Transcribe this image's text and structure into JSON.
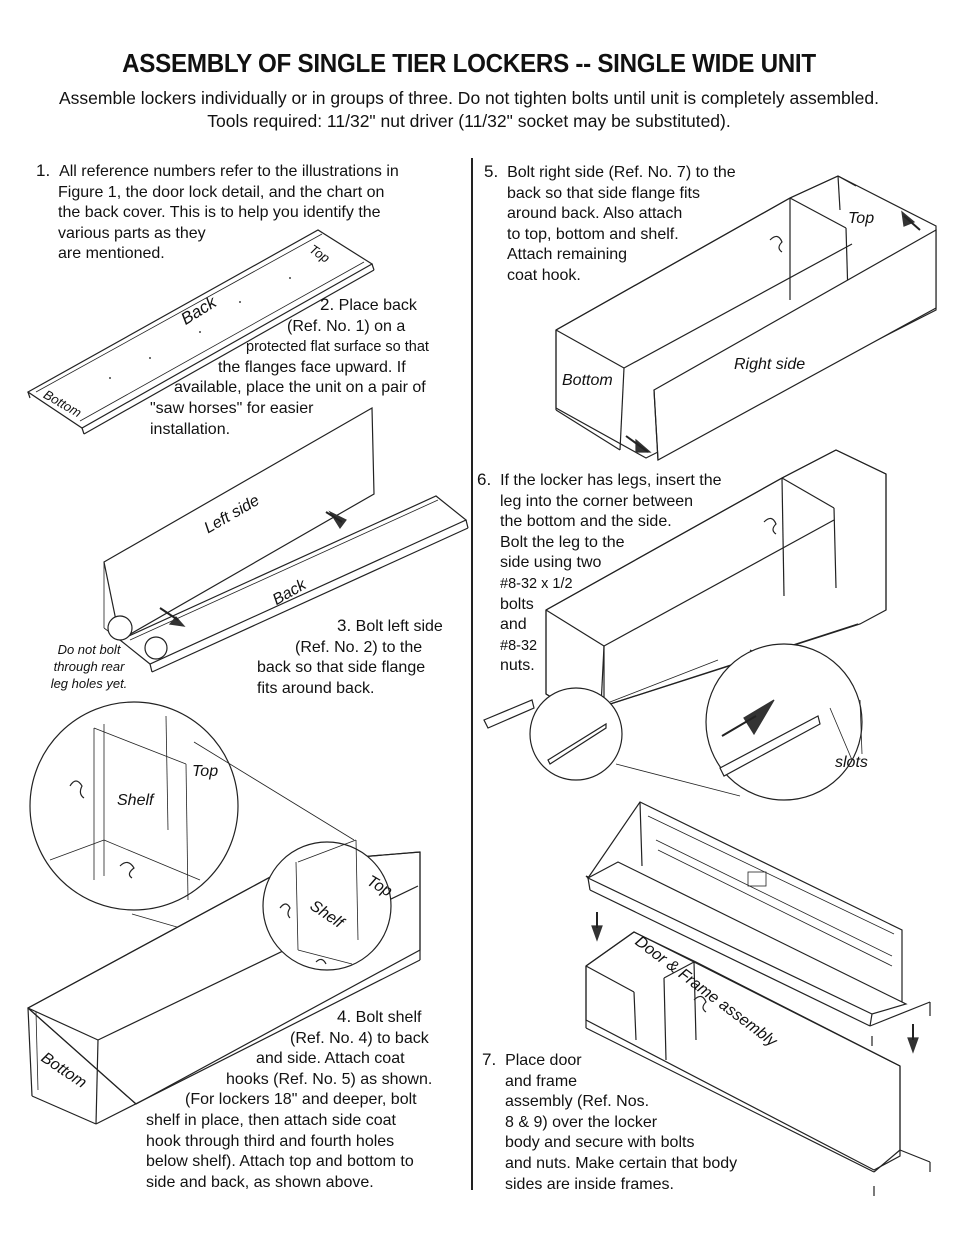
{
  "header": {
    "title": "ASSEMBLY OF SINGLE TIER LOCKERS -- SINGLE WIDE UNIT",
    "intro": "Assemble lockers individually or in groups of three. Do not tighten bolts until unit is completely assembled. Tools required: 11/32\" nut driver (11/32\" socket may be substituted)."
  },
  "steps": {
    "s1": {
      "num": "1.",
      "lines": [
        "All reference numbers refer to the illustrations in",
        "Figure 1, the door lock detail, and the chart on",
        "the back cover. This is to help you identify the",
        "various parts as they",
        "are mentioned."
      ]
    },
    "s2": {
      "num": "2.",
      "lines": [
        "Place back",
        "(Ref. No. 1) on a",
        "protected flat surface so that",
        "the flanges face upward. If",
        "available, place the unit on a pair of",
        "\"saw horses\" for easier",
        "installation."
      ]
    },
    "s3": {
      "num": "3.",
      "lines": [
        "Bolt left side",
        "(Ref. No. 2) to the",
        "back so that side flange",
        "fits around back."
      ]
    },
    "s4": {
      "num": "4.",
      "lines": [
        "Bolt shelf",
        "(Ref. No. 4) to back",
        "and side. Attach coat",
        "hooks (Ref. No. 5) as shown.",
        "(For lockers 18\" and deeper, bolt",
        "shelf in place, then attach side coat",
        "hook through third and fourth holes",
        "below shelf). Attach top and bottom to",
        "side and back, as shown above."
      ]
    },
    "s5": {
      "num": "5.",
      "lines": [
        "Bolt right side (Ref. No. 7) to the",
        "back so that side flange fits",
        "around back. Also attach",
        "to top, bottom and shelf.",
        "Attach remaining",
        "coat hook."
      ]
    },
    "s6": {
      "num": "6.",
      "lines": [
        "If the locker has legs, insert the",
        "leg into the corner between",
        "the bottom and the side.",
        "Bolt the leg to the",
        "side using two",
        "#8-32 x 1/2",
        "bolts",
        "and",
        "#8-32",
        "nuts."
      ]
    },
    "s7": {
      "num": "7.",
      "lines": [
        "Place door",
        "and frame",
        "assembly (Ref. Nos.",
        "8 & 9) over the locker",
        "body and secure with bolts",
        "and nuts. Make certain that body",
        "sides are inside frames."
      ]
    }
  },
  "labels": {
    "top_1": "Top",
    "back_1": "Back",
    "bottom_1": "Bottom",
    "left_side": "Left side",
    "back_2": "Back",
    "note_lines": [
      "Do not bolt",
      "through rear",
      "leg holes yet."
    ],
    "top_detail": "Top",
    "shelf_detail": "Shelf",
    "top_4": "Top",
    "shelf_4": "Shelf",
    "bottom_4": "Bottom",
    "top_5": "Top",
    "bottom_5": "Bottom",
    "right_side": "Right side",
    "slots": "slots",
    "door_frame": "Door & Frame assembly"
  }
}
